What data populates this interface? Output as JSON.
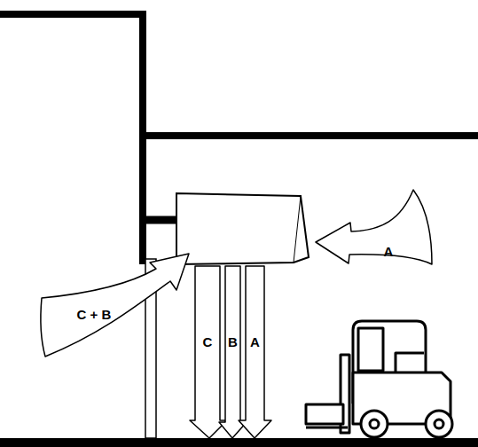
{
  "diagram": {
    "labels": [
      "A",
      "C + B",
      "C",
      "B",
      "A"
    ]
  }
}
